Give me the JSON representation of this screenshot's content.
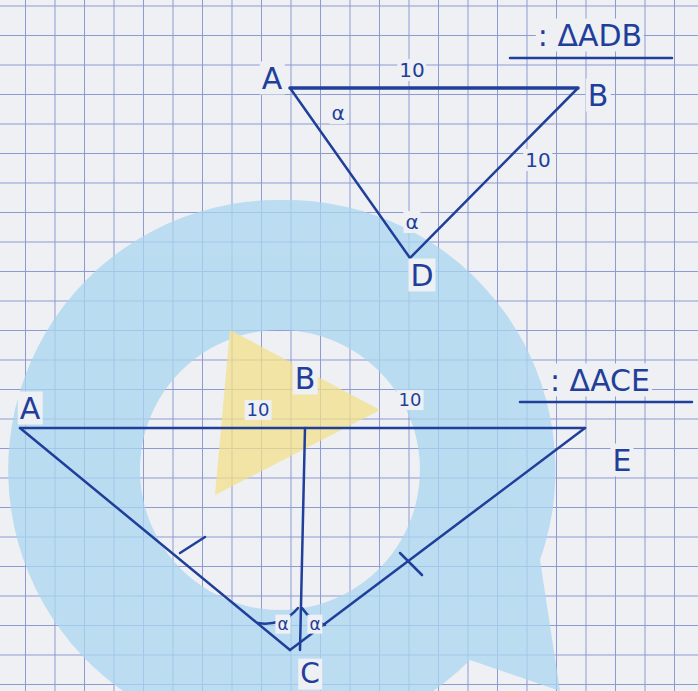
{
  "diagram": {
    "labels": [
      ": ΔADB",
      "A",
      "10",
      "B",
      "α",
      "10",
      "α",
      "D",
      ": ΔACE",
      "A",
      "10",
      "B",
      "10",
      "E",
      "α",
      "α",
      "C"
    ]
  }
}
